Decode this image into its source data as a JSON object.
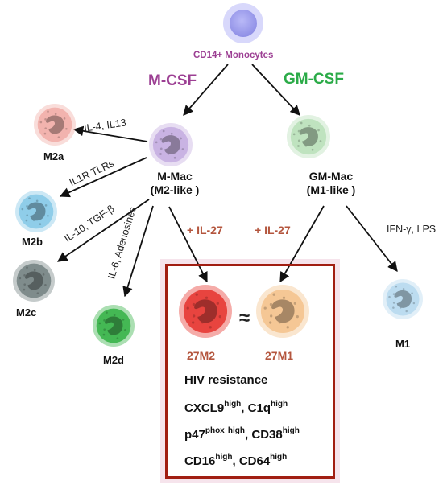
{
  "nodes": {
    "monocyte": "CD14+ Monocytes",
    "m_csf": "M-CSF",
    "gm_csf": "GM-CSF",
    "m_mac_line1": "M-Mac",
    "m_mac_line2": "(M2-like )",
    "gm_mac_line1": "GM-Mac",
    "gm_mac_line2": "(M1-like )",
    "m2a": "M2a",
    "m2b": "M2b",
    "m2c": "M2c",
    "m2d": "M2d",
    "m1": "M1",
    "m27m2": "27M2",
    "m27m1": "27M1"
  },
  "treatments": {
    "il4_il13": "IL-4, IL13",
    "il1r_tlrs": "IL1R TLRs",
    "il10_tgfb": "IL-10, TGF-β",
    "il6_adenosines": "IL-6, Adenosines",
    "ifng_lps": "IFN-γ, LPS",
    "il27_left": "+ IL-27",
    "il27_right": "+ IL-27"
  },
  "approx_symbol": "≈",
  "result_box": {
    "title": "HIV resistance",
    "line1": {
      "a": "CXCL9",
      "a_sup": "high",
      "sep": ", ",
      "b": "C1q",
      "b_sup": "high"
    },
    "line2": {
      "a": "p47",
      "a_sup1": "phox",
      "a_sup2": "high",
      "sep": ", ",
      "b": "CD38",
      "b_sup": "high"
    },
    "line3": {
      "a": "CD16",
      "a_sup": "high",
      "sep": ", ",
      "b": "CD64",
      "b_sup": "high"
    }
  },
  "colors": {
    "monocyte": "#8f8fe6",
    "m_csf": "#9c3f93",
    "gm_csf": "#2bab48",
    "il27": "#b4563e",
    "box_border": "#a11e12",
    "m2a": "#f2b3ae",
    "m2b": "#8fcde9",
    "m2c": "#7f8c8c",
    "m2d": "#44b854",
    "m_mac": "#c9b3e3",
    "gm_mac": "#bfe3bf",
    "m1": "#bcdcf0",
    "m27m2": "#e8443f",
    "m27m1": "#f5c795"
  }
}
